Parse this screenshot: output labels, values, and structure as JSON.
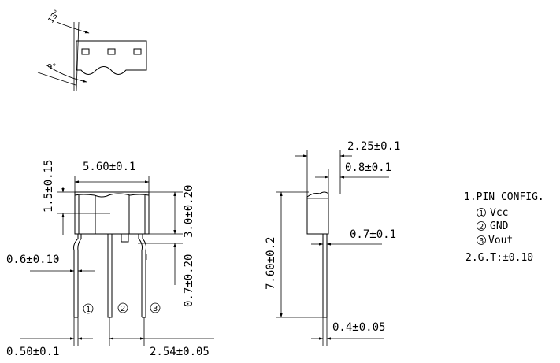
{
  "top_view": {
    "angle_upper": "13°",
    "angle_lower": "9°"
  },
  "front_view": {
    "dim_top_height": "1.5±0.15",
    "dim_body_width": "5.60±0.1",
    "dim_body_height": "3.0±0.20",
    "dim_lead_bend": "0.7±0.20",
    "dim_lead_width_wide": "0.6±0.10",
    "dim_lead_width": "0.50±0.1",
    "dim_pitch": "2.54±0.05",
    "pin_marks": [
      "1",
      "2",
      "3"
    ]
  },
  "side_view": {
    "dim_total_depth": "2.25±0.1",
    "dim_top_depth": "0.8±0.1",
    "dim_lead_offset": "0.7±0.1",
    "dim_total_height": "7.60±0.2",
    "dim_lead_thickness": "0.4±0.05"
  },
  "pin_config": {
    "title": "1.PIN CONFIG.",
    "pins": [
      {
        "num": "1",
        "name": "Vcc"
      },
      {
        "num": "2",
        "name": "GND"
      },
      {
        "num": "3",
        "name": "Vout"
      }
    ],
    "gt": "2.G.T:±0.10"
  }
}
